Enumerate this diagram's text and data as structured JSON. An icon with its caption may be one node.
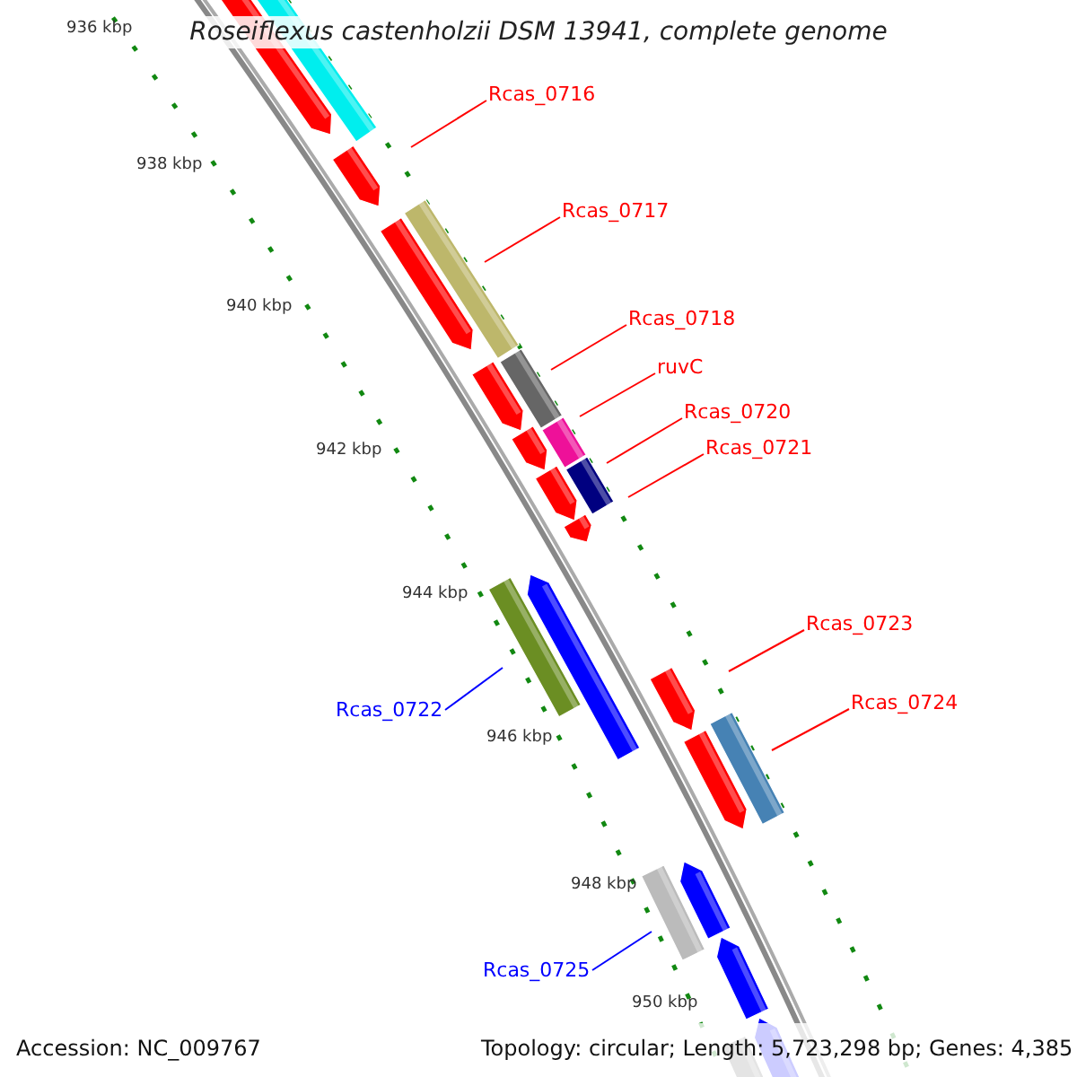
{
  "diagram": {
    "title": "Roseiflexus castenholzii DSM 13941, complete genome",
    "nodes": [
      {
        "text": [
          "Rcas_0716"
        ]
      },
      {
        "text": [
          "Rcas_0717"
        ]
      },
      {
        "text": [
          "Rcas_0718"
        ]
      },
      {
        "text": [
          "ruvC"
        ]
      },
      {
        "text": [
          "Rcas_0720"
        ]
      },
      {
        "text": [
          "Rcas_0721"
        ]
      },
      {
        "text": [
          "Rcas_0723"
        ]
      },
      {
        "text": [
          "Rcas_0724"
        ]
      },
      {
        "text": [
          "Rcas_0722"
        ]
      },
      {
        "text": [
          "Rcas_0725"
        ]
      }
    ],
    "edges": [
      {
        "from": 0,
        "to": null,
        "arrow": "none"
      },
      {
        "from": 1,
        "to": null,
        "arrow": "none"
      },
      {
        "from": 2,
        "to": null,
        "arrow": "none"
      },
      {
        "from": 3,
        "to": null,
        "arrow": "none"
      },
      {
        "from": 4,
        "to": null,
        "arrow": "none"
      },
      {
        "from": 5,
        "to": null,
        "arrow": "none"
      },
      {
        "from": 6,
        "to": null,
        "arrow": "none"
      },
      {
        "from": 7,
        "to": null,
        "arrow": "none"
      },
      {
        "from": 8,
        "to": null,
        "arrow": "none",
        "color": "#0000ff"
      },
      {
        "from": 9,
        "to": null,
        "arrow": "none",
        "color": "#0000ff"
      }
    ],
    "labels": [
      "936 kbp",
      "938 kbp",
      "940 kbp",
      "942 kbp",
      "944 kbp",
      "946 kbp",
      "948 kbp",
      "950 kbp",
      "Accession: NC_009767",
      "Topology: circular; Length: 5,723,298 bp; Genes: 4,385"
    ]
  }
}
